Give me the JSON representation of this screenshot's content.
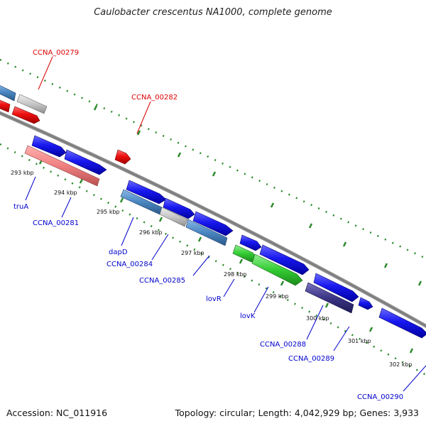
{
  "title": "Caulobacter crescentus NA1000, complete genome",
  "accession": "Accession: NC_011916",
  "summary": "Topology: circular; Length: 4,042,929 bp; Genes: 3,933",
  "colors": {
    "backbone": "#8a8a8a",
    "tick": "#2a8a2a",
    "blue_gene": "#1010e8",
    "red_gene": "#ee1111",
    "grey_gene": "#c8c8c8",
    "pink_gene": "#f08080",
    "steel_gene": "#4a86c0",
    "green_gene": "#33cc33",
    "navy_gene": "#3b3585",
    "red_label": "#dd0000",
    "blue_label": "#0000cc"
  },
  "scale_labels": [
    "293 kbp",
    "294 kbp",
    "295 kbp",
    "296 kbp",
    "297 kbp",
    "298 kbp",
    "299 kbp",
    "300 kbp",
    "301 kbp",
    "302 kbp"
  ],
  "gene_labels": {
    "CCNA_00279": "CCNA_00279",
    "CCNA_00282": "CCNA_00282",
    "truA": "truA",
    "CCNA_00281": "CCNA_00281",
    "dapD": "dapD",
    "CCNA_00284": "CCNA_00284",
    "CCNA_00285": "CCNA_00285",
    "lovR": "lovR",
    "lovK": "lovK",
    "CCNA_00288": "CCNA_00288",
    "CCNA_00289": "CCNA_00289",
    "CCNA_00290": "CCNA_00290"
  }
}
